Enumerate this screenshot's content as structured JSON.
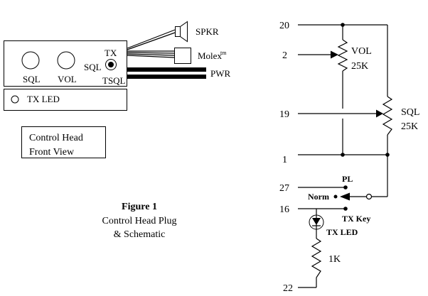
{
  "control_head": {
    "knob_sql": "SQL",
    "knob_vol": "VOL",
    "jack_tx": "TX",
    "jack_sql": "SQL",
    "jack_tsql": "TSQL",
    "led_label": "TX LED",
    "speaker_label": "SPKR",
    "molex_label": "Molex",
    "molex_mark": "tm",
    "power_label": "PWR",
    "view_caption_line1": "Control Head",
    "view_caption_line2": "Front View"
  },
  "figure": {
    "title": "Figure 1",
    "caption_line1": "Control Head Plug",
    "caption_line2": "& Schematic"
  },
  "schematic": {
    "pins": {
      "p20": "20",
      "p2": "2",
      "p19": "19",
      "p1": "1",
      "p27": "27",
      "p16": "16",
      "p22": "22"
    },
    "vol_pot": {
      "name": "VOL",
      "value": "25K"
    },
    "sql_pot": {
      "name": "SQL",
      "value": "25K"
    },
    "switch": {
      "pl": "PL",
      "norm": "Norm",
      "tx_key": "TX Key"
    },
    "led": {
      "name": "TX LED"
    },
    "resistor": {
      "value": "1K"
    }
  }
}
